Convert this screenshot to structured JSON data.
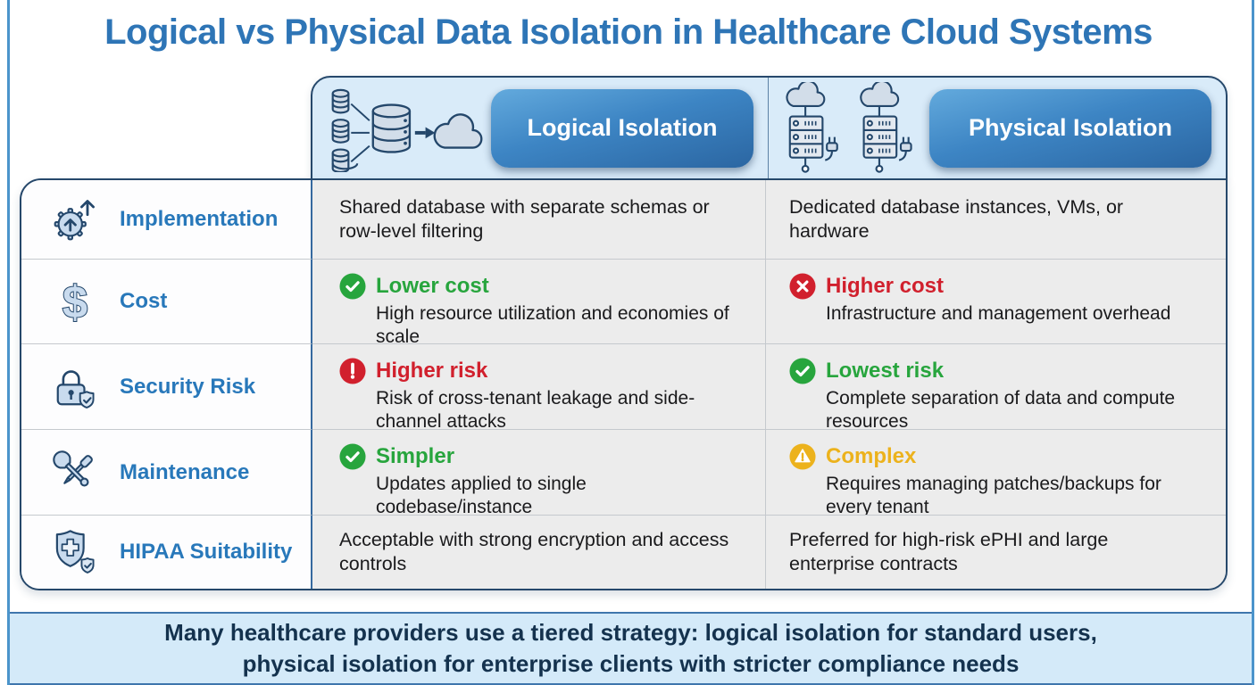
{
  "title": "Logical vs Physical Data Isolation in Healthcare Cloud Systems",
  "header": {
    "logical_label": "Logical Isolation",
    "physical_label": "Physical Isolation",
    "logical_icon": "databases-merging-to-cloud",
    "physical_icon": "clouds-over-dedicated-servers"
  },
  "rows": [
    {
      "label": "Implementation",
      "icon": "gear-up-arrow",
      "logical": {
        "text": "Shared database with separate schemas or row-level filtering"
      },
      "physical": {
        "text": "Dedicated database instances, VMs, or hardware"
      }
    },
    {
      "label": "Cost",
      "icon": "dollar-sign",
      "logical": {
        "status": "positive",
        "status_icon": "check-circle",
        "verdict": "Lower cost",
        "text": "High resource utilization and economies of scale"
      },
      "physical": {
        "status": "negative",
        "status_icon": "x-circle",
        "verdict": "Higher cost",
        "text": "Infrastructure and management overhead"
      }
    },
    {
      "label": "Security Risk",
      "icon": "padlock-shield-check",
      "logical": {
        "status": "negative",
        "status_icon": "exclamation-circle",
        "verdict": "Higher risk",
        "text": "Risk of cross-tenant leakage and side-channel attacks"
      },
      "physical": {
        "status": "positive",
        "status_icon": "check-circle",
        "verdict": "Lowest risk",
        "text": "Complete separation of data and compute resources"
      }
    },
    {
      "label": "Maintenance",
      "icon": "wrench-screwdriver",
      "logical": {
        "status": "positive",
        "status_icon": "check-circle",
        "verdict": "Simpler",
        "text": "Updates applied to single codebase/instance"
      },
      "physical": {
        "status": "warning",
        "status_icon": "warning-triangle-circle",
        "verdict": "Complex",
        "text": "Requires managing patches/backups for every tenant"
      }
    },
    {
      "label": "HIPAA Suitability",
      "icon": "medical-shield-check",
      "logical": {
        "text": "Acceptable with strong encryption and access controls"
      },
      "physical": {
        "text": "Preferred for high-risk ePHI and large enterprise contracts"
      }
    }
  ],
  "footer": {
    "line1": "Many healthcare providers use a tiered strategy: logical isolation for standard users,",
    "line2": "physical isolation for enterprise clients with stricter compliance needs"
  },
  "colors": {
    "title_blue": "#2e75b6",
    "label_blue": "#2878ba",
    "pill_gradient_top": "#63aadd",
    "pill_gradient_bottom": "#2b66a2",
    "header_bg": "#d9ebf9",
    "table_border": "#26486b",
    "cell_bg": "#ececec",
    "label_cell_bg": "#fdfdfe",
    "positive_green": "#27a53d",
    "negative_red": "#d1202d",
    "warning_amber": "#ecb21c",
    "footer_bg": "#d4eaf9",
    "footer_text": "#14324e",
    "side_line_blue": "#4b94cb",
    "body_text": "#1a1a1c"
  }
}
